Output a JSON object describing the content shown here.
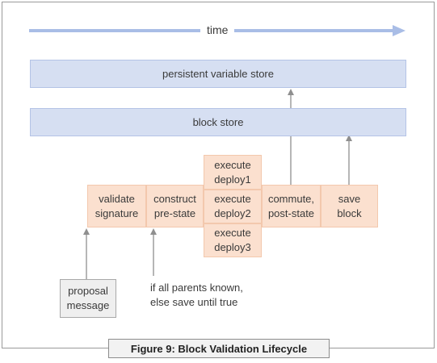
{
  "timeline": {
    "label": "time"
  },
  "stores": {
    "persistent": "persistent variable store",
    "block": "block store"
  },
  "steps": {
    "validate": [
      "validate",
      "signature"
    ],
    "construct": [
      "construct",
      "pre-state"
    ],
    "deploy1": [
      "execute",
      "deploy1"
    ],
    "deploy2": [
      "execute",
      "deploy2"
    ],
    "deploy3": [
      "execute",
      "deploy3"
    ],
    "commute": [
      "commute,",
      "post-state"
    ],
    "save": [
      "save",
      "block"
    ]
  },
  "inputs": {
    "proposal": [
      "proposal",
      "message"
    ],
    "condition": [
      "if all parents known,",
      "else save until true"
    ]
  },
  "caption": "Figure 9: Block Validation Lifecycle",
  "colors": {
    "lane_fill": "#d6dff2",
    "step_fill": "#fbe0cf",
    "arrow_blue": "#a9bde6",
    "arrow_gray": "#8f8f8f"
  }
}
